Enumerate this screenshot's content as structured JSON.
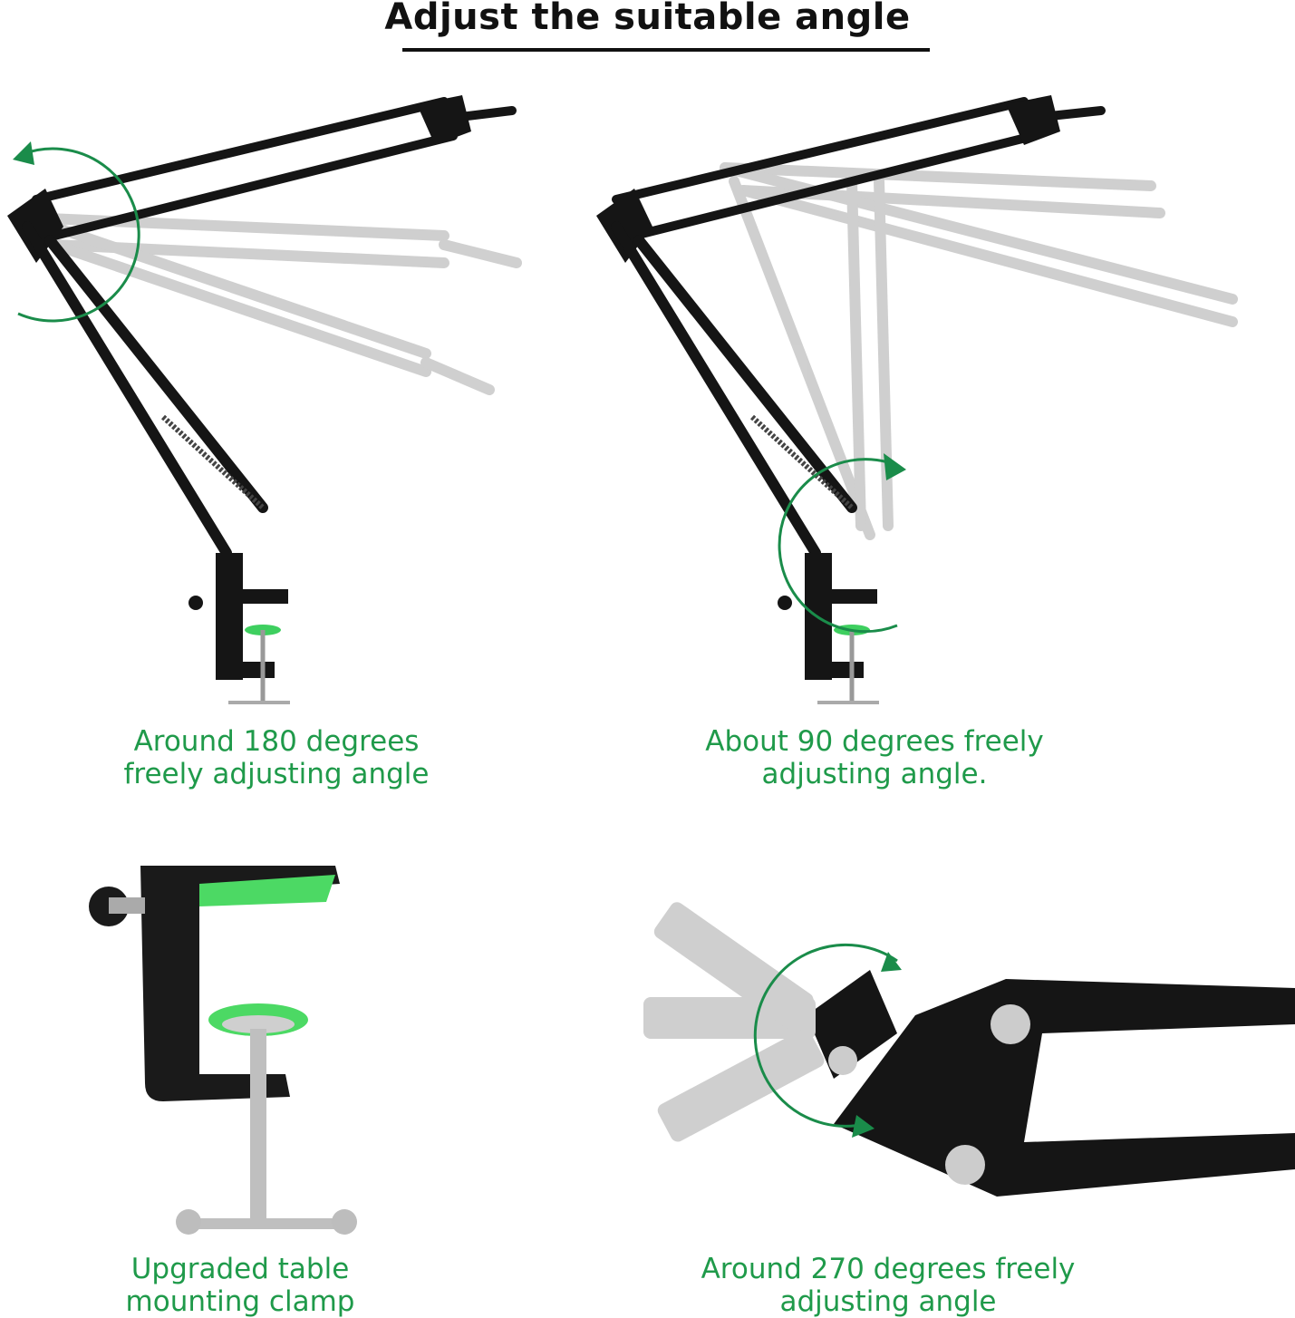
{
  "title": "Adjust the suitable angle",
  "captions": {
    "top_left": "Around 180 degrees\nfreely adjusting angle",
    "top_right": "About 90 degrees freely\nadjusting angle.",
    "bottom_left": "Upgraded table\nmounting clamp",
    "bottom_right": "Around 270 degrees freely\nadjusting angle"
  },
  "icons": {
    "top_left": "boom-arm-rotation-180-illustration",
    "top_right": "boom-arm-rotation-90-illustration",
    "bottom_left": "table-clamp-illustration",
    "bottom_right": "mic-mount-rotation-270-illustration"
  },
  "colors": {
    "accent_green": "#1f9a4a",
    "arrow_green": "#1a8c4a",
    "arm_black": "#151515",
    "ghost_gray": "#b8b8b8"
  }
}
